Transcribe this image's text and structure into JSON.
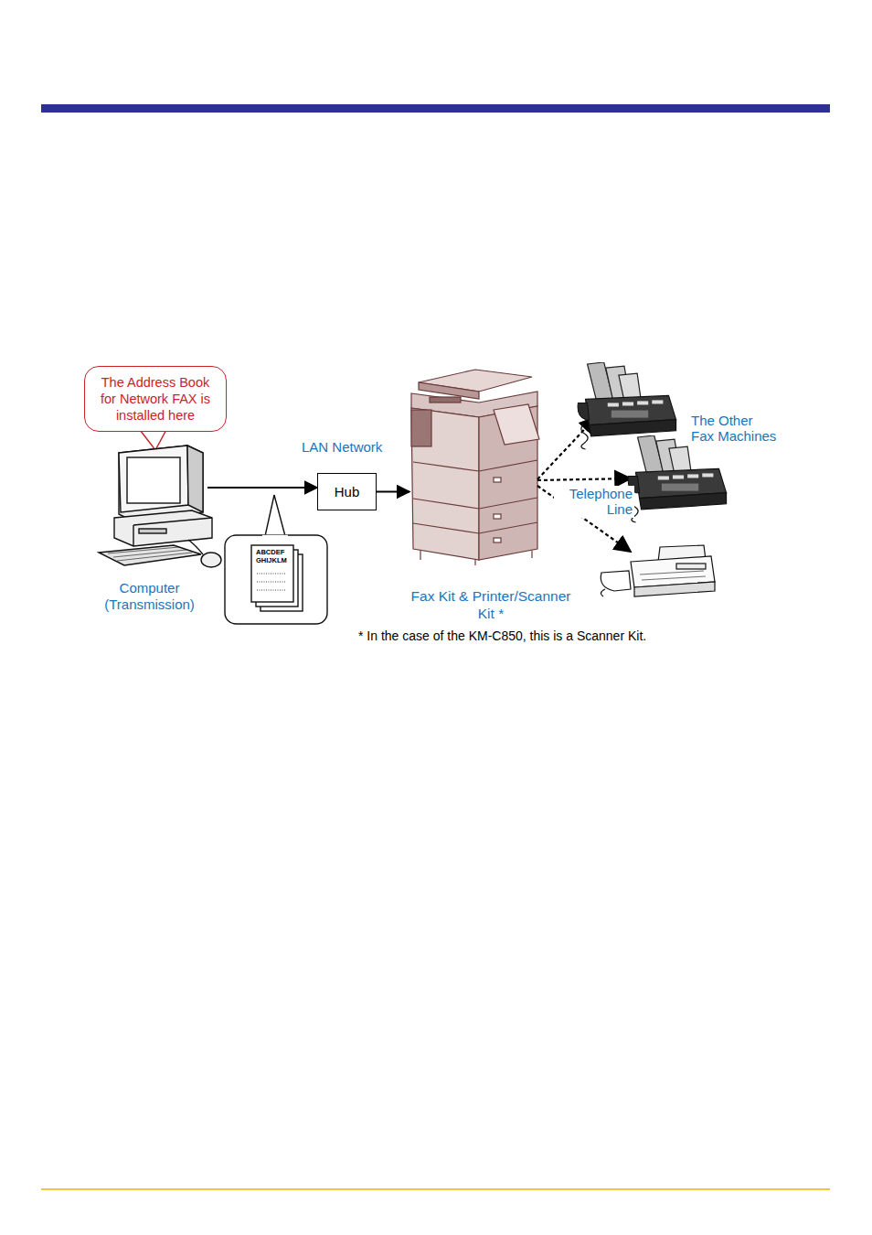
{
  "diagram": {
    "nodes": [
      {
        "text": [
          "The Address Book for Network FAX is installed here"
        ]
      },
      {
        "text": [
          "Computer (Transmission)"
        ]
      },
      {
        "text": [
          "Hub"
        ]
      },
      {
        "text": [
          "Fax Kit & Printer/Scanner Kit *"
        ]
      }
    ],
    "edges": [
      {
        "from": 1,
        "to": 2,
        "arrow": "to"
      },
      {
        "from": 2,
        "to": 3,
        "arrow": "to"
      }
    ],
    "labels": [
      "LAN Network",
      "ABCDEF",
      "GHIJKLM",
      "Telephone Line",
      "The Other Fax Machines",
      "* In the case of the KM-C850, this is a Scanner Kit."
    ]
  }
}
